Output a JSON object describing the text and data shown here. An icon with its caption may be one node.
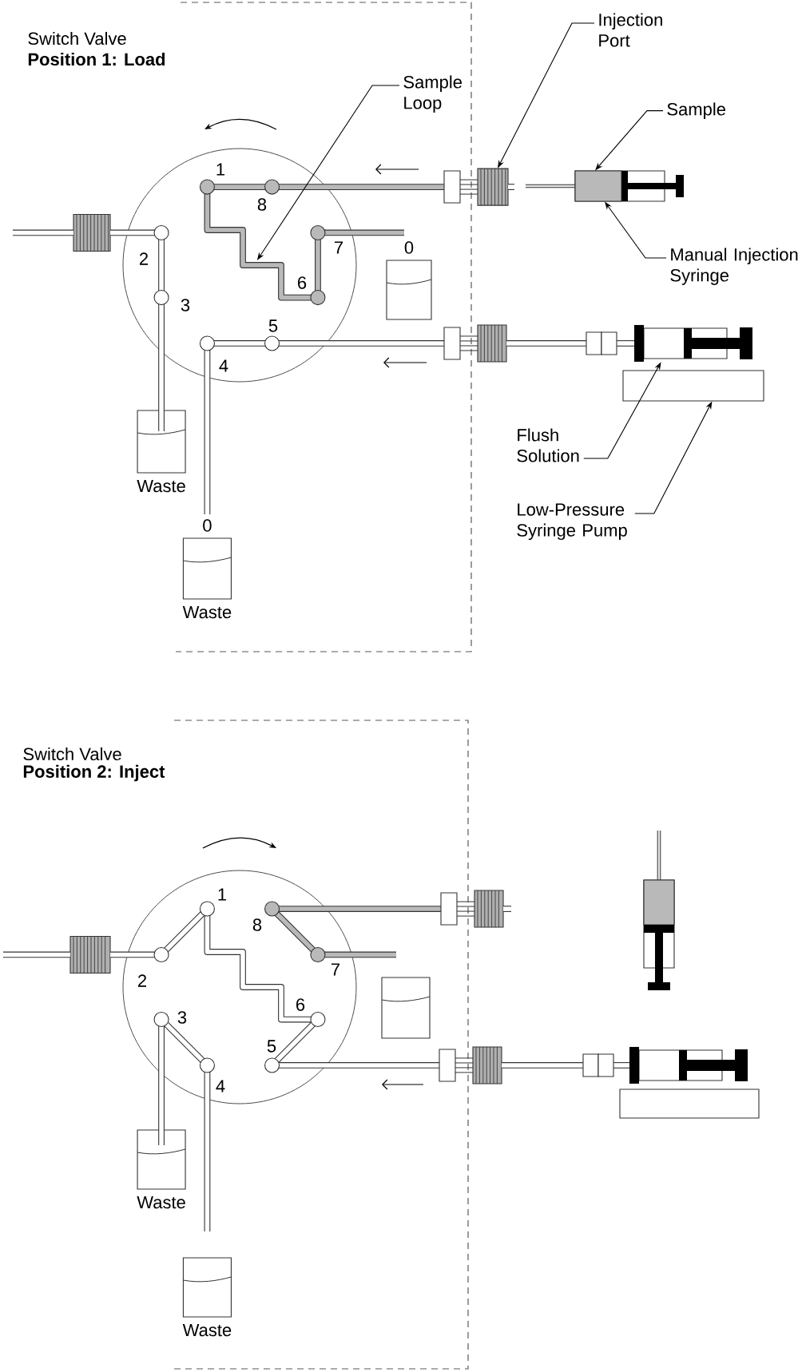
{
  "diagram": {
    "nodes": [
      {
        "text": [
          "Injection Port"
        ]
      },
      {
        "text": [
          "Sample Loop"
        ]
      },
      {
        "text": [
          "Sample"
        ]
      },
      {
        "text": [],
        "shape": "picture"
      },
      {
        "text": [],
        "shape": "picture"
      },
      {
        "text": [],
        "shape": "picture"
      },
      {
        "text": [],
        "shape": "box",
        "in": 5
      },
      {
        "text": [
          "Manual Injection Syringe"
        ]
      },
      {
        "text": [],
        "shape": "picture"
      },
      {
        "text": [],
        "shape": "box"
      },
      {
        "text": [],
        "shape": "picture"
      },
      {
        "text": [],
        "shape": "picture"
      },
      {
        "text": [],
        "shape": "box"
      },
      {
        "text": [
          "Waste"
        ]
      },
      {
        "text": [
          "Flush Solution"
        ]
      },
      {
        "text": [
          "Low-Pressure Syringe Pump"
        ]
      },
      {
        "text": [
          "Waste"
        ]
      },
      {
        "text": [],
        "shape": "picture"
      },
      {
        "text": [],
        "shape": "picture"
      },
      {
        "text": [],
        "shape": "picture"
      },
      {
        "text": [],
        "shape": "box"
      },
      {
        "text": [],
        "shape": "picture"
      },
      {
        "text": [],
        "shape": "picture"
      },
      {
        "text": [],
        "shape": "box"
      },
      {
        "text": [
          "Waste"
        ]
      },
      {
        "text": [
          "Waste"
        ]
      }
    ],
    "edges": [
      {
        "from": 0,
        "to": 3,
        "arrow": "to"
      },
      {
        "from": 1,
        "to": 4,
        "arrow": "to"
      },
      {
        "from": 2,
        "to": 6,
        "arrow": "to"
      },
      {
        "from": 7,
        "to": 5,
        "arrow": "to"
      },
      {
        "from": 14,
        "to": 11,
        "arrow": "to"
      },
      {
        "from": 15,
        "to": 12,
        "arrow": "to"
      }
    ],
    "labels": [
      "Switch Valve",
      "Position 1: Load",
      "1",
      "8",
      "0",
      "7",
      "2",
      "6",
      "3",
      "5",
      "4",
      "0",
      "Switch Valve",
      "Position 2: Inject",
      "1",
      "8",
      "7",
      "2",
      "6",
      "3",
      "5",
      "4"
    ]
  }
}
